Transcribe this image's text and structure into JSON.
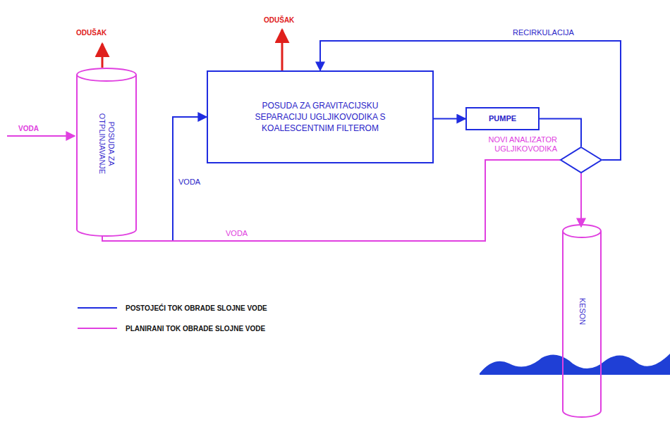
{
  "diagram": {
    "nodes": [
      {
        "text": [
          "POSUDA ZA OTPLINJAVANJE"
        ]
      },
      {
        "text": [
          "POSUDA ZA GRAVITACIJSKU SEPARACIJU UGLJIKOVODIKA S KOALESCENTNIM FILTEROM"
        ]
      },
      {
        "text": [
          "PUMPE"
        ]
      },
      {
        "text": [
          "NOVI ANALIZATOR UGLJIKOVODIKA"
        ]
      },
      {
        "text": [
          "KESON"
        ]
      }
    ],
    "edges": [
      {
        "from": 0,
        "to": 1,
        "label": "VODA",
        "arrow": "to"
      },
      {
        "from": 0,
        "to": 3,
        "label": "VODA",
        "arrow": "none"
      },
      {
        "from": 1,
        "to": 2,
        "arrow": "to"
      },
      {
        "from": 2,
        "to": 3,
        "arrow": "none"
      },
      {
        "from": 3,
        "to": 1,
        "label": "RECIRKULACIJA",
        "arrow": "to"
      },
      {
        "from": 3,
        "to": 4,
        "arrow": "to"
      }
    ],
    "labels": [
      "ODUŠAK",
      "ODUŠAK",
      "VODA"
    ],
    "legend": [
      {
        "text": "POSTOJEĆI TOK OBRADE SLOJNE VODE"
      },
      {
        "text": "PLANIRANI TOK OBRADE SLOJNE VODE"
      }
    ]
  }
}
